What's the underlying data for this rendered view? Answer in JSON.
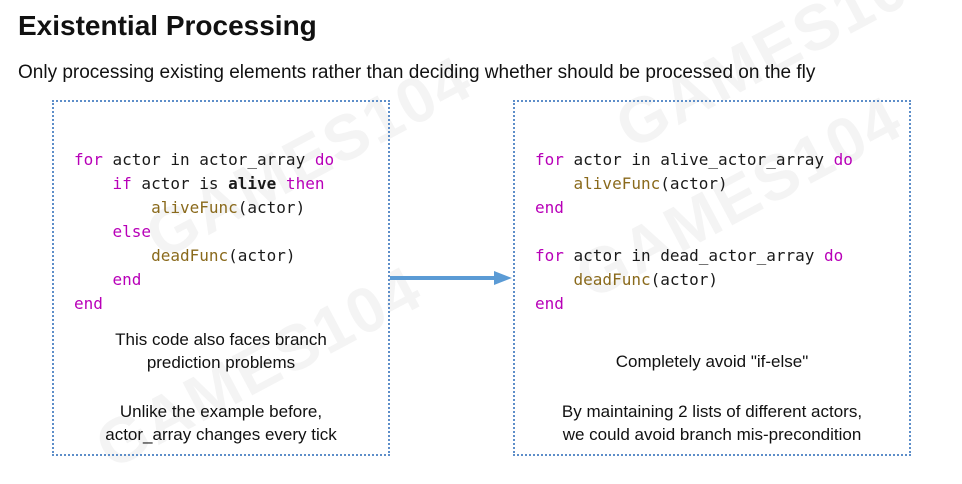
{
  "title": "Existential Processing",
  "subtitle": "Only processing existing elements rather than deciding whether should be processed on the fly",
  "watermark": "GAMES104",
  "colors": {
    "keyword": "#b800b8",
    "function": "#8a6a1c",
    "border": "#5d8ec9",
    "arrow": "#5b9bd5"
  },
  "left_box": {
    "code": {
      "l1_for": "for",
      "l1_mid": " actor in actor_array ",
      "l1_do": "do",
      "l2_if": "if",
      "l2_mid": " actor is ",
      "l2_alive": "alive",
      "l2_then": "then",
      "l3_func": "aliveFunc",
      "l3_args": "(actor)",
      "l4_else": "else",
      "l5_func": "deadFunc",
      "l5_args": "(actor)",
      "l6_end": "end",
      "l7_end": "end"
    },
    "note1_line1": "This code also faces branch",
    "note1_line2": "prediction problems",
    "note2_line1": "Unlike the example before,",
    "note2_line2": "actor_array changes every tick"
  },
  "right_box": {
    "code": {
      "l1_for": "for",
      "l1_mid": " actor in alive_actor_array ",
      "l1_do": "do",
      "l2_func": "aliveFunc",
      "l2_args": "(actor)",
      "l3_end": "end",
      "l5_for": "for",
      "l5_mid": " actor in dead_actor_array ",
      "l5_do": "do",
      "l6_func": "deadFunc",
      "l6_args": "(actor)",
      "l7_end": "end"
    },
    "note1": "Completely avoid \"if-else\"",
    "note2_line1": "By maintaining 2 lists of different actors,",
    "note2_line2": "we could avoid branch mis-precondition"
  }
}
